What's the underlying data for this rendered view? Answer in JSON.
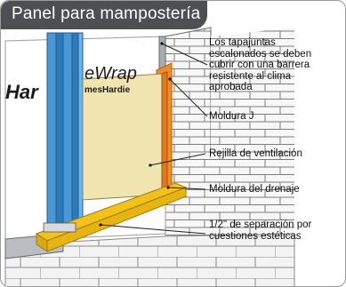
{
  "header": {
    "title": "Panel para mampostería"
  },
  "wrap_text": {
    "brand_left": "Har",
    "brand_wrap": "eWrap",
    "brand_small": "mesHardie"
  },
  "callouts": {
    "flashing": [
      "Los tapajuntas",
      "escalonados se deben",
      "cubrir con una barrera",
      "resistente al clima",
      "aprobada"
    ],
    "j_mold": "Moldura J",
    "vent": "Rejilla de ventilación",
    "drip": "Moldura del drenaje",
    "gap": [
      "1/2\" de separación por",
      "cuestiones estéticas"
    ]
  },
  "colors": {
    "header_bg": "#4e4f53",
    "panel": "#f0e4b0",
    "flashing": "#f28c28",
    "drip": "#f2c21b",
    "stud": "#3a8fd0",
    "brick_line": "#7c7c7c"
  }
}
